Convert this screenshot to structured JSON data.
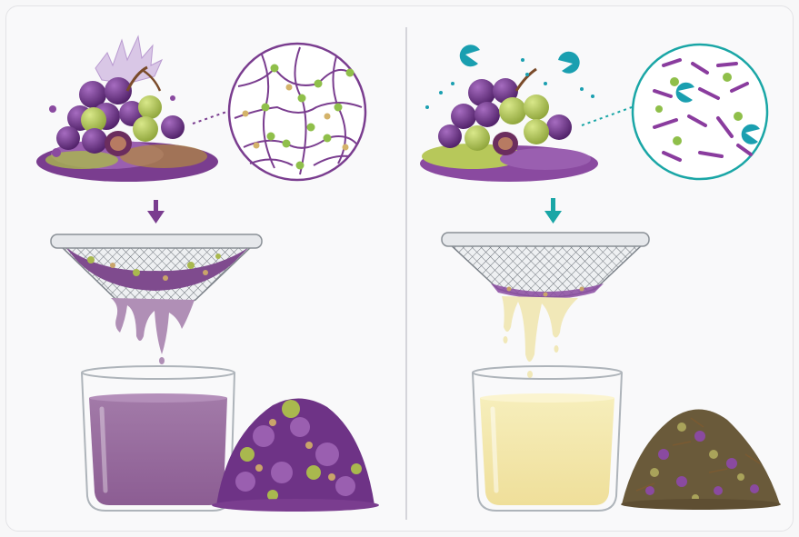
{
  "panels": [
    {
      "id": "left",
      "theme": "untreated pomace pressing",
      "accent": "#7a3d8f",
      "juice_color": "#9b6aa0"
    },
    {
      "id": "right",
      "theme": "enzyme-treated pomace pressing",
      "accent": "#1aa6a6",
      "juice_color": "#f3e7a6"
    }
  ],
  "icons": [
    "grape-cluster-icon",
    "pectin-network-icon",
    "enzyme-pacman-icon",
    "down-arrow-icon",
    "strainer-icon",
    "beaker-icon",
    "pomace-pile-icon"
  ]
}
